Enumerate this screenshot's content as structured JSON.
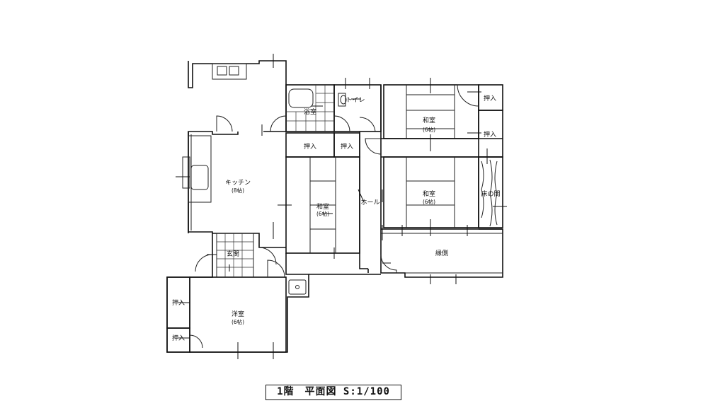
{
  "plan": {
    "title": "1階　平面図 S:1/100",
    "rooms": {
      "kitchen_name": "キッチン",
      "kitchen_size": "(8帖)",
      "bath": "浴室",
      "toilet": "トイレ",
      "oshiire": "押入",
      "washitsu": "和室",
      "size_6": "(6帖)",
      "hall": "ホール",
      "tokonoma": "床の間",
      "engawa": "縁側",
      "genkan": "玄関",
      "youshitsu": "洋室"
    }
  }
}
